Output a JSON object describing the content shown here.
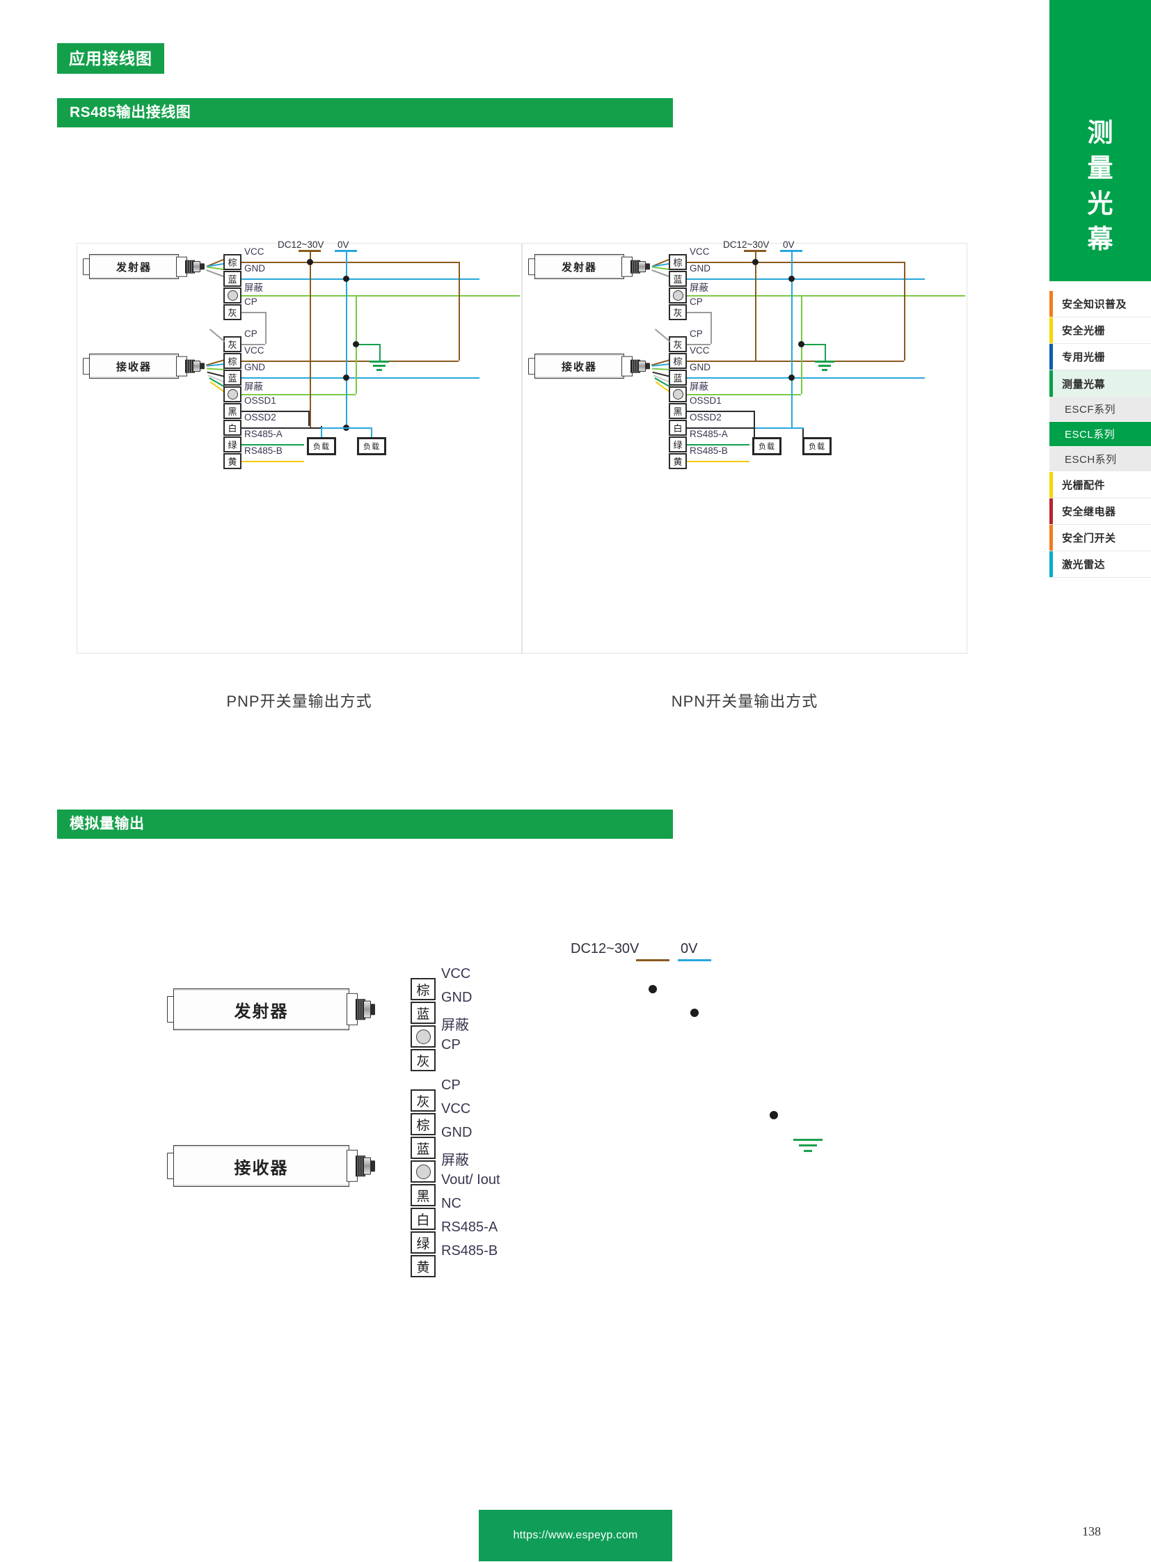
{
  "headers": {
    "section_tag": "应用接线图",
    "rs485_bar": "RS485输出接线图",
    "analog_bar": "模拟量输出"
  },
  "diagrams": {
    "pnp": {
      "caption": "PNP开关量输出方式",
      "transmitter_label": "发射器",
      "receiver_label": "接收器",
      "supply_pos": "DC12~30V",
      "supply_neg": "0V",
      "load_1": "负载",
      "load_2": "负载",
      "transmitter_wires": [
        {
          "chip": "棕",
          "label": "VCC"
        },
        {
          "chip": "蓝",
          "label": "GND"
        },
        {
          "chip": "",
          "label": "屏蔽"
        },
        {
          "chip": "灰",
          "label": "CP"
        }
      ],
      "receiver_wires": [
        {
          "chip": "灰",
          "label": "CP"
        },
        {
          "chip": "棕",
          "label": "VCC"
        },
        {
          "chip": "蓝",
          "label": "GND"
        },
        {
          "chip": "",
          "label": "屏蔽"
        },
        {
          "chip": "黑",
          "label": "OSSD1"
        },
        {
          "chip": "白",
          "label": "OSSD2"
        },
        {
          "chip": "绿",
          "label": "RS485-A"
        },
        {
          "chip": "黄",
          "label": "RS485-B"
        }
      ]
    },
    "npn": {
      "caption": "NPN开关量输出方式",
      "transmitter_label": "发射器",
      "receiver_label": "接收器",
      "supply_pos": "DC12~30V",
      "supply_neg": "0V",
      "load_1": "负载",
      "load_2": "负载",
      "transmitter_wires": [
        {
          "chip": "棕",
          "label": "VCC"
        },
        {
          "chip": "蓝",
          "label": "GND"
        },
        {
          "chip": "",
          "label": "屏蔽"
        },
        {
          "chip": "灰",
          "label": "CP"
        }
      ],
      "receiver_wires": [
        {
          "chip": "灰",
          "label": "CP"
        },
        {
          "chip": "棕",
          "label": "VCC"
        },
        {
          "chip": "蓝",
          "label": "GND"
        },
        {
          "chip": "",
          "label": "屏蔽"
        },
        {
          "chip": "黑",
          "label": "OSSD1"
        },
        {
          "chip": "白",
          "label": "OSSD2"
        },
        {
          "chip": "绿",
          "label": "RS485-A"
        },
        {
          "chip": "黄",
          "label": "RS485-B"
        }
      ]
    },
    "analog": {
      "transmitter_label": "发射器",
      "receiver_label": "接收器",
      "supply_pos": "DC12~30V",
      "supply_neg": "0V",
      "transmitter_wires": [
        {
          "chip": "棕",
          "label": "VCC"
        },
        {
          "chip": "蓝",
          "label": "GND"
        },
        {
          "chip": "",
          "label": "屏蔽"
        },
        {
          "chip": "灰",
          "label": "CP"
        }
      ],
      "receiver_wires": [
        {
          "chip": "灰",
          "label": "CP"
        },
        {
          "chip": "棕",
          "label": "VCC"
        },
        {
          "chip": "蓝",
          "label": "GND"
        },
        {
          "chip": "",
          "label": "屏蔽"
        },
        {
          "chip": "黑",
          "label": "Vout/ Iout"
        },
        {
          "chip": "白",
          "label": "NC"
        },
        {
          "chip": "绿",
          "label": "RS485-A"
        },
        {
          "chip": "黄",
          "label": "RS485-B"
        }
      ]
    }
  },
  "sidebar": {
    "tab_chars": [
      "测",
      "量",
      "光",
      "幕"
    ],
    "items": [
      {
        "label": "安全知识普及",
        "accent": "#f07c1e",
        "type": "group"
      },
      {
        "label": "安全光栅",
        "accent": "#f5d800",
        "type": "group"
      },
      {
        "label": "专用光栅",
        "accent": "#0b5fae",
        "type": "group"
      },
      {
        "label": "测量光幕",
        "accent": "#00a14b",
        "type": "group-active"
      },
      {
        "label": "ESCF系列",
        "accent": "",
        "type": "sub"
      },
      {
        "label": "ESCL系列",
        "accent": "",
        "type": "sub-active"
      },
      {
        "label": "ESCH系列",
        "accent": "",
        "type": "sub"
      },
      {
        "label": "光栅配件",
        "accent": "#f5d800",
        "type": "group"
      },
      {
        "label": "安全继电器",
        "accent": "#b8232f",
        "type": "group"
      },
      {
        "label": "安全门开关",
        "accent": "#f07c1e",
        "type": "group"
      },
      {
        "label": "激光雷达",
        "accent": "#00aec7",
        "type": "group"
      }
    ]
  },
  "footer": {
    "url": "https://www.espeyp.com",
    "page_number": "138"
  },
  "colors": {
    "brand_green": "#14a04b",
    "tab_green": "#00a14b",
    "wire_brown": "#8a5a1e",
    "wire_blue": "#27a8dd",
    "wire_shield": "#7ac943",
    "wire_gray": "#9b9b9b",
    "wire_black": "#2b2b2b",
    "wire_white": "#c9c9c9",
    "wire_green": "#0da04f",
    "wire_yellow": "#f2c900",
    "ground_green": "#1aa04b"
  }
}
